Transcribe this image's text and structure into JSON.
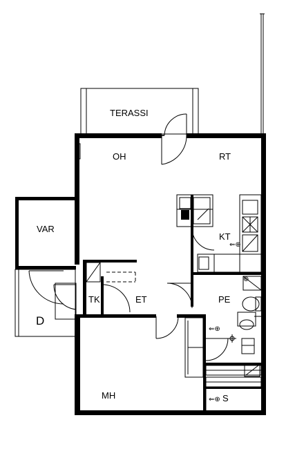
{
  "rooms": {
    "terrace": "TERASSI",
    "living": "OH",
    "dining": "RT",
    "kitchen": "KT",
    "storage": "VAR",
    "closet": "TK",
    "hall": "ET",
    "bathroom": "PE",
    "balcony": "D",
    "bedroom": "MH",
    "sauna": "S"
  },
  "symbols": {
    "socket": "⊕",
    "arrow_socket": "⇐⊕"
  },
  "colors": {
    "ink": "#000000",
    "paper": "#ffffff"
  }
}
